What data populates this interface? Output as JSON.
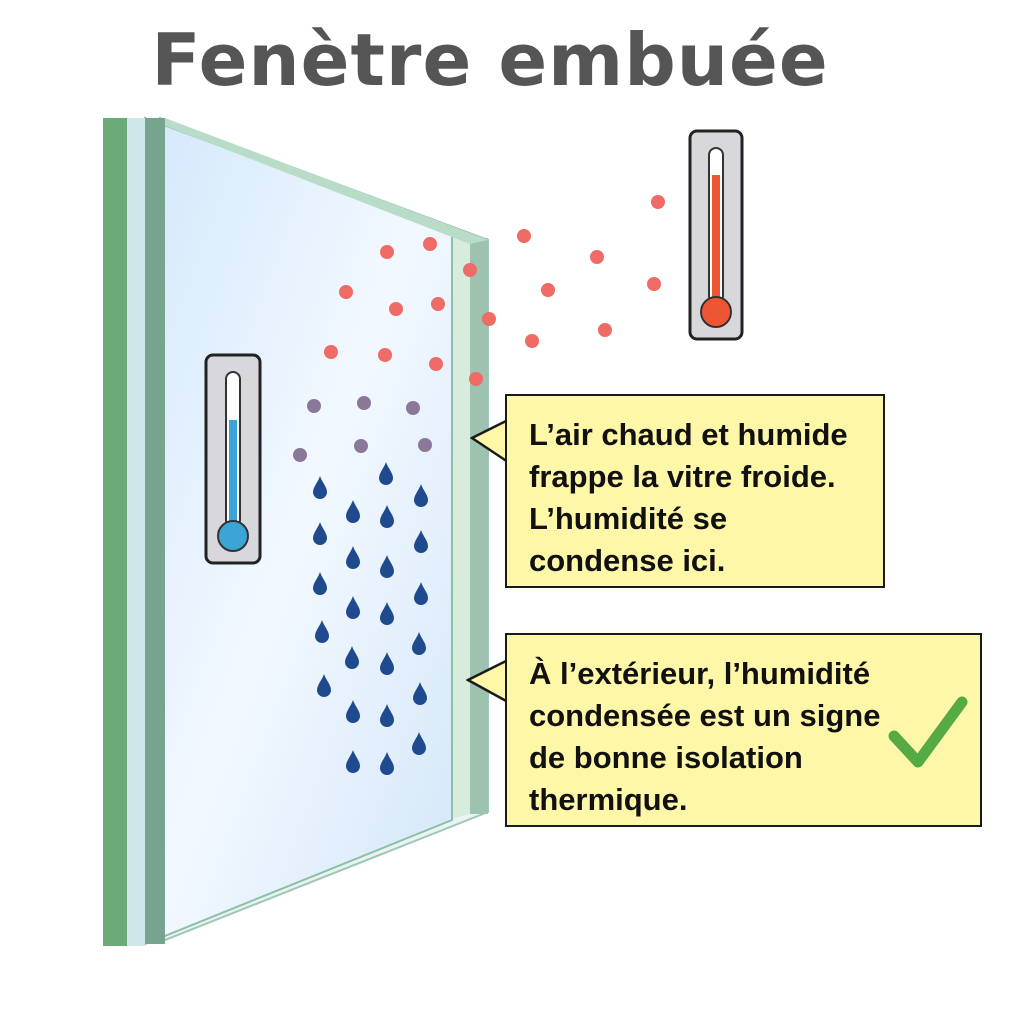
{
  "title": "Fenètre embuée",
  "callouts": {
    "top": {
      "lines": [
        "L’air chaud et humide",
        "frappe la vitre froide.",
        "L’humidité se",
        "condense ici."
      ]
    },
    "bottom": {
      "lines": [
        "À l’extérieur, l’humidité",
        "condensée est un signe",
        "de bonne isolation",
        "thermique."
      ]
    }
  },
  "colors": {
    "glass_frame": "#6aaa78",
    "glass_pane": "#dcedfb",
    "warm_dot": "#ee6b66",
    "vapor_dot": "#8a7898",
    "droplet": "#1f4b8e",
    "thermo_warm": "#ee5533",
    "thermo_cold": "#3aa6d6",
    "callout_bg": "#fff7a8",
    "check": "#55aa44",
    "title": "#555555"
  },
  "icons": {
    "warm_thermometer": "thermometer-warm-icon",
    "cold_thermometer": "thermometer-cold-icon",
    "check": "checkmark-icon"
  }
}
